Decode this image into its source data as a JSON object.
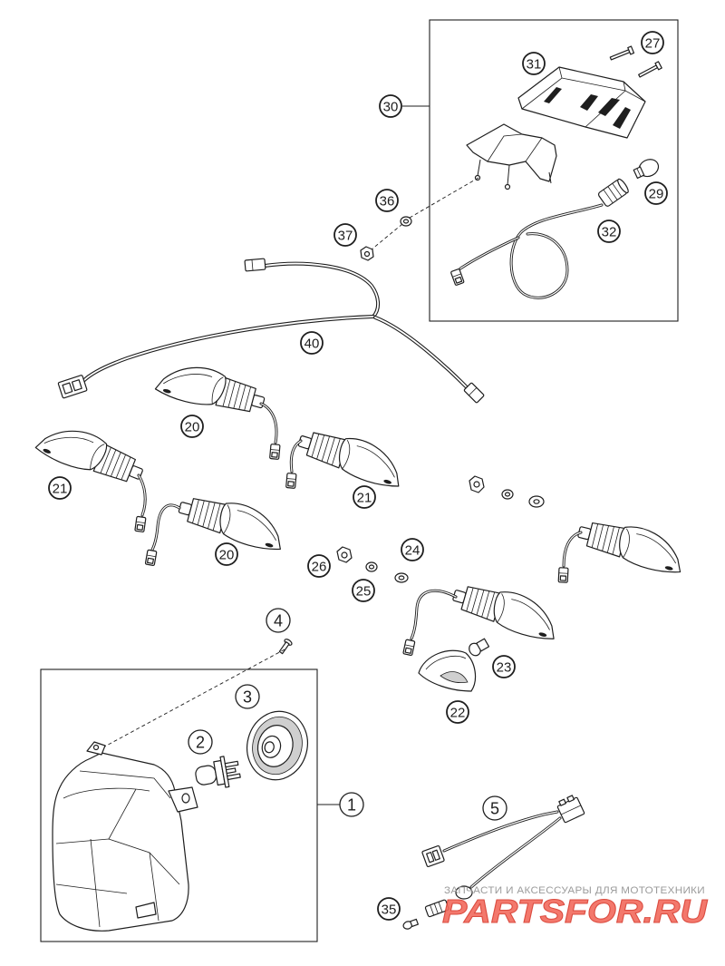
{
  "diagram": {
    "callouts": [
      {
        "label": "27"
      },
      {
        "label": "31"
      },
      {
        "label": "30"
      },
      {
        "label": "36"
      },
      {
        "label": "29"
      },
      {
        "label": "32"
      },
      {
        "label": "37"
      },
      {
        "label": "40"
      },
      {
        "label": "20"
      },
      {
        "label": "21"
      },
      {
        "label": "21"
      },
      {
        "label": "20"
      },
      {
        "label": "26"
      },
      {
        "label": "24"
      },
      {
        "label": "25"
      },
      {
        "label": "4"
      },
      {
        "label": "3"
      },
      {
        "label": "2"
      },
      {
        "label": "23"
      },
      {
        "label": "22"
      },
      {
        "label": "1"
      },
      {
        "label": "5"
      },
      {
        "label": "35"
      }
    ]
  },
  "watermark": {
    "tagline": "ЗАПЧАСТИ И АКСЕССУАРЫ ДЛЯ МОТОТЕХНИКИ",
    "logo": "PARTSFOR.RU"
  },
  "colors": {
    "ink": "#1e1e1e",
    "background": "#ffffff",
    "logo_fill": "#f26a5d",
    "logo_stroke": "#d8392c",
    "tagline": "#9b9b9b"
  }
}
